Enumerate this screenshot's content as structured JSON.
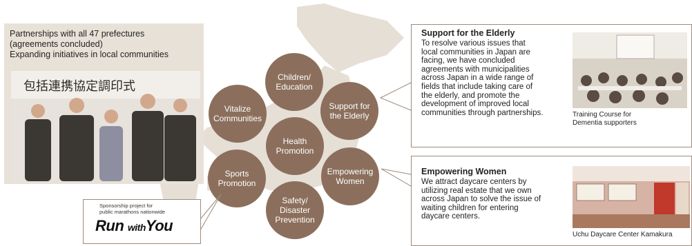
{
  "partnerships": {
    "lines": [
      "Partnerships with all 47 prefectures",
      "(agreements concluded)",
      "Expanding initiatives in local communities"
    ],
    "photo_banner": "包括連携協定調印式"
  },
  "themes": [
    {
      "id": "children",
      "label": "Children/\nEducation"
    },
    {
      "id": "vitalize",
      "label": "Vitalize\nCommunities"
    },
    {
      "id": "elderly",
      "label": "Support for\nthe Elderly"
    },
    {
      "id": "health",
      "label": "Health\nPromotion"
    },
    {
      "id": "sports",
      "label": "Sports\nPromotion"
    },
    {
      "id": "women",
      "label": "Empowering\nWomen"
    },
    {
      "id": "safety",
      "label": "Safety/\nDisaster\nPrevention"
    }
  ],
  "elderly_box": {
    "title": "Support for the Elderly",
    "body": "To resolve various issues that\nlocal communities in Japan are\nfacing, we have concluded\nagreements with municipalities\nacross Japan in a wide range of\nfields that include taking care of\nthe elderly, and promote the\ndevelopment of improved local\ncommunities through partnerships.",
    "caption": "Training Course for\nDementia supporters"
  },
  "women_box": {
    "title": "Empowering Women",
    "body": "We attract daycare centers by\nutilizing real estate that we own\nacross Japan to solve the issue of\nwaiting children for entering\ndaycare centers.",
    "caption": "Uchu Daycare Center Kamakura"
  },
  "sponsor": {
    "small": "Sponsorship project for\npublic marathons nationwide",
    "logo_run": "Run ",
    "logo_with": "with",
    "logo_you": "You"
  },
  "colors": {
    "circle": "#8b6f5c",
    "map": "#e6dfd6",
    "panel": "#e8e1d8",
    "border": "#9c8a7c"
  }
}
